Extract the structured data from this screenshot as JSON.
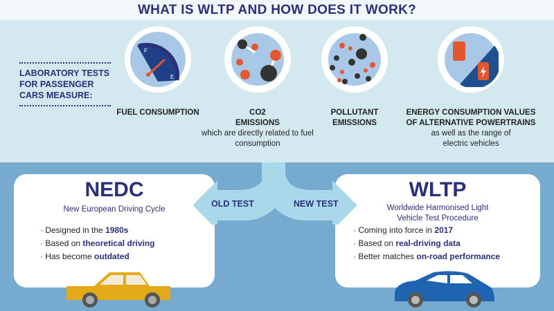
{
  "title": "WHAT IS WLTP AND HOW DOES IT WORK?",
  "intro": "LABORATORY TESTS FOR PASSENGER CARS MEASURE:",
  "measures": [
    {
      "title": "FUEL CONSUMPTION",
      "note": ""
    },
    {
      "title": "CO2 EMISSIONS",
      "note": "which are directly related to fuel consumption"
    },
    {
      "title": "POLLUTANT EMISSIONS",
      "note": ""
    },
    {
      "title": "ENERGY CONSUMPTION VALUES OF ALTERNATIVE POWERTRAINS",
      "note": "as well as the range of electric vehicles"
    }
  ],
  "gauge": {
    "full": "F",
    "empty": "E"
  },
  "old": {
    "arrow": "OLD TEST",
    "name": "NEDC",
    "full": "New European Driving Cycle",
    "points": [
      {
        "text": "Designed in the ",
        "bold": "1980s"
      },
      {
        "text": "Based on ",
        "bold": "theoretical driving"
      },
      {
        "text": "Has become ",
        "bold": "outdated"
      }
    ]
  },
  "new": {
    "arrow": "NEW TEST",
    "name": "WLTP",
    "full": "Worldwide Harmonised Light Vehicle Test Procedure",
    "points": [
      {
        "text": "Coming into force in ",
        "bold": "2017"
      },
      {
        "text": "Based on ",
        "bold": "real-driving data"
      },
      {
        "text": "Better matches ",
        "bold": "on-road performance"
      }
    ]
  },
  "colors": {
    "navy": "#2b2f7a",
    "orange": "#e4572e",
    "light": "#d3e9ef",
    "mid": "#77aacf"
  }
}
